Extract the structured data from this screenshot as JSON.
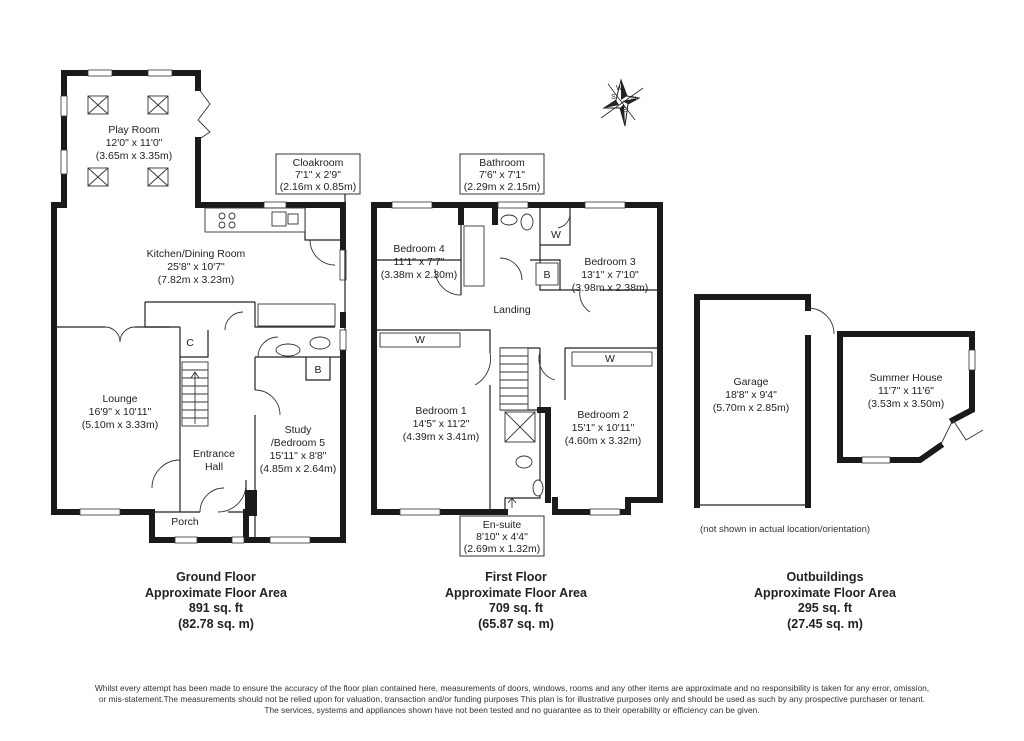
{
  "compass": {
    "letters": [
      "N",
      "E",
      "S",
      "W"
    ]
  },
  "rooms": {
    "play_room": {
      "name": "Play Room",
      "imperial": "12'0\" x 11'0\"",
      "metric": "(3.65m x 3.35m)"
    },
    "cloakroom": {
      "name": "Cloakroom",
      "imperial": "7'1\" x 2'9\"",
      "metric": "(2.16m x 0.85m)"
    },
    "kitchen": {
      "name": "Kitchen/Dining Room",
      "imperial": "25'8\" x 10'7\"",
      "metric": "(7.82m x 3.23m)"
    },
    "lounge": {
      "name": "Lounge",
      "imperial": "16'9\" x 10'11\"",
      "metric": "(5.10m x 3.33m)"
    },
    "entrance_hall": {
      "name_line1": "Entrance",
      "name_line2": "Hall"
    },
    "study": {
      "name_line1": "Study",
      "name_line2": "/Bedroom 5",
      "imperial": "15'11\" x 8'8\"",
      "metric": "(4.85m x 2.64m)"
    },
    "porch": {
      "name": "Porch"
    },
    "bathroom": {
      "name": "Bathroom",
      "imperial": "7'6\" x 7'1\"",
      "metric": "(2.29m x 2.15m)"
    },
    "bedroom4": {
      "name": "Bedroom 4",
      "imperial": "11'1\" x 7'7\"",
      "metric": "(3.38m x 2.30m)"
    },
    "bedroom3": {
      "name": "Bedroom 3",
      "imperial": "13'1\" x 7'10\"",
      "metric": "(3.98m x 2.38m)"
    },
    "landing": {
      "name": "Landing"
    },
    "bedroom1": {
      "name": "Bedroom 1",
      "imperial": "14'5\" x 11'2\"",
      "metric": "(4.39m x 3.41m)"
    },
    "bedroom2": {
      "name": "Bedroom 2",
      "imperial": "15'1\" x 10'11\"",
      "metric": "(4.60m x 3.32m)"
    },
    "ensuite": {
      "name": "En-suite",
      "imperial": "8'10\" x 4'4\"",
      "metric": "(2.69m x 1.32m)"
    },
    "garage": {
      "name": "Garage",
      "imperial": "18'8\" x 9'4\"",
      "metric": "(5.70m x 2.85m)"
    },
    "summer_house": {
      "name": "Summer House",
      "imperial": "11'7\" x 11'6\"",
      "metric": "(3.53m x 3.50m)"
    }
  },
  "markers": {
    "cupboard": "C",
    "boiler": "B",
    "wardrobe": "W"
  },
  "floors": {
    "ground": {
      "title": "Ground Floor",
      "subtitle": "Approximate Floor Area",
      "sqft": "891 sq. ft",
      "sqm": "(82.78 sq. m)"
    },
    "first": {
      "title": "First Floor",
      "subtitle": "Approximate Floor Area",
      "sqft": "709 sq. ft",
      "sqm": "(65.87 sq. m)"
    },
    "outbuildings": {
      "title": "Outbuildings",
      "subtitle": "Approximate Floor Area",
      "sqft": "295 sq. ft",
      "sqm": "(27.45 sq. m)"
    }
  },
  "outbuildings_note": "(not shown in actual location/orientation)",
  "disclaimer": {
    "line1": "Whilst every attempt has been made to ensure the accuracy of the floor plan contained here, measurements of doors, windows, rooms and any other items are approximate and no responsibility is taken for any error, omission,",
    "line2": "or mis-statement.The measurements should not be relied upon for valuation, transaction and/or funding purposes This plan is for illustrative purposes only and should be used as such by any prospective purchaser or tenant.",
    "line3": "The services, systems and appliances shown have not been tested and no guarantee as to their operability or efficiency can be given."
  }
}
